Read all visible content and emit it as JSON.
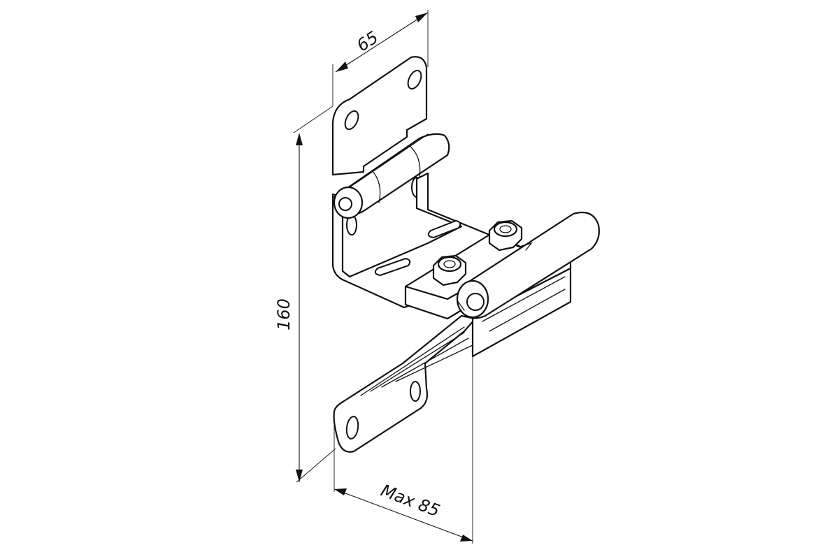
{
  "dimensions": {
    "width_top": "65",
    "height": "160",
    "depth": "Max 85"
  },
  "colors": {
    "line": "#111111",
    "background": "#ffffff"
  }
}
